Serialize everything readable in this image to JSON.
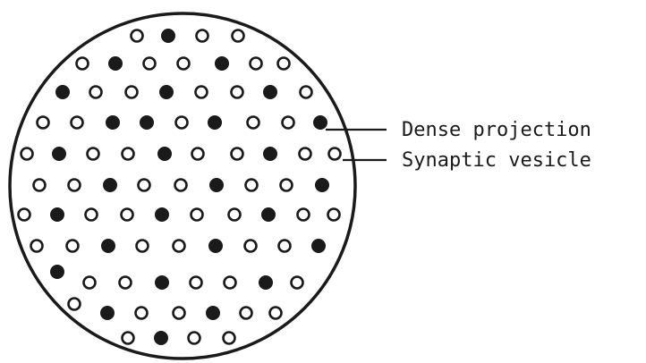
{
  "diagram": {
    "labels": {
      "dense_projection": "Dense projection",
      "synaptic_vesicle": "Synaptic vesicle"
    },
    "colors": {
      "ink": "#1a1a1a",
      "background": "#ffffff"
    },
    "elements": {
      "outer_boundary": "circle",
      "dense_projection": "filled dot",
      "synaptic_vesicle": "open ring"
    }
  }
}
